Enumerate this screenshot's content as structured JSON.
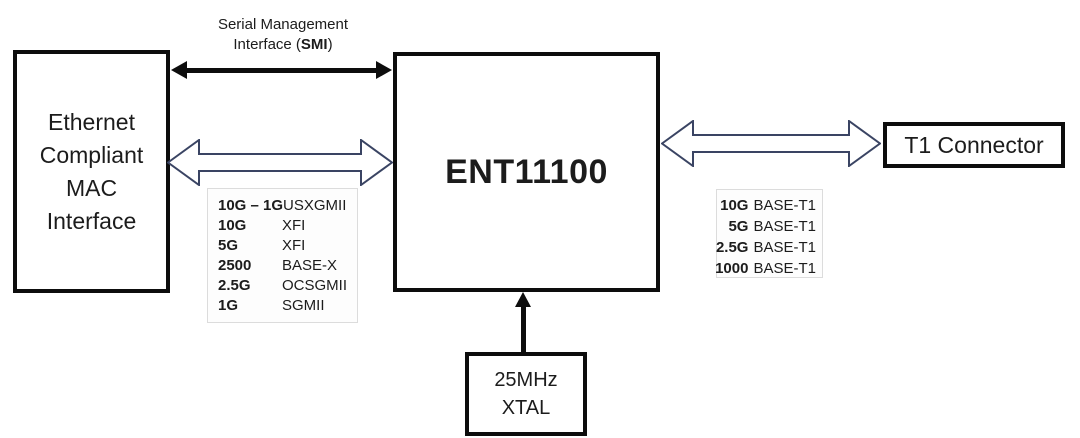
{
  "diagram": {
    "smi": {
      "line1": "Serial Management",
      "line2_pre": "Interface (",
      "line2_bold": "SMI",
      "line2_post": ")"
    },
    "blocks": {
      "mac": {
        "line1": "Ethernet",
        "line2": "Compliant",
        "line3": "MAC",
        "line4": "Interface"
      },
      "ent": {
        "label": "ENT11100"
      },
      "t1": {
        "label": "T1 Connector"
      },
      "xtal": {
        "line1": "25MHz",
        "line2": "XTAL"
      }
    },
    "mac_interfaces": [
      {
        "speed": "10G – 1G",
        "protocol": "USXGMII"
      },
      {
        "speed": "10G",
        "protocol": "XFI"
      },
      {
        "speed": "5G",
        "protocol": "XFI"
      },
      {
        "speed": "2500",
        "protocol": "BASE-X"
      },
      {
        "speed": "2.5G",
        "protocol": "OCSGMII"
      },
      {
        "speed": "1G",
        "protocol": "SGMII"
      }
    ],
    "t1_interfaces": [
      {
        "speed": "10G",
        "standard": "BASE-T1"
      },
      {
        "speed": "5G",
        "standard": "BASE-T1"
      },
      {
        "speed": "2.5G",
        "standard": "BASE-T1"
      },
      {
        "speed": "1000",
        "standard": "BASE-T1"
      }
    ],
    "colors": {
      "block_border": "#0d0d0d",
      "solid_arrow": "#0d0d0d",
      "hollow_arrow_outline": "#3a4463",
      "hollow_arrow_fill": "#ffffff",
      "list_border": "#dcdcdc",
      "list_background": "#fdfdfd",
      "text": "#1c1c1c"
    }
  }
}
